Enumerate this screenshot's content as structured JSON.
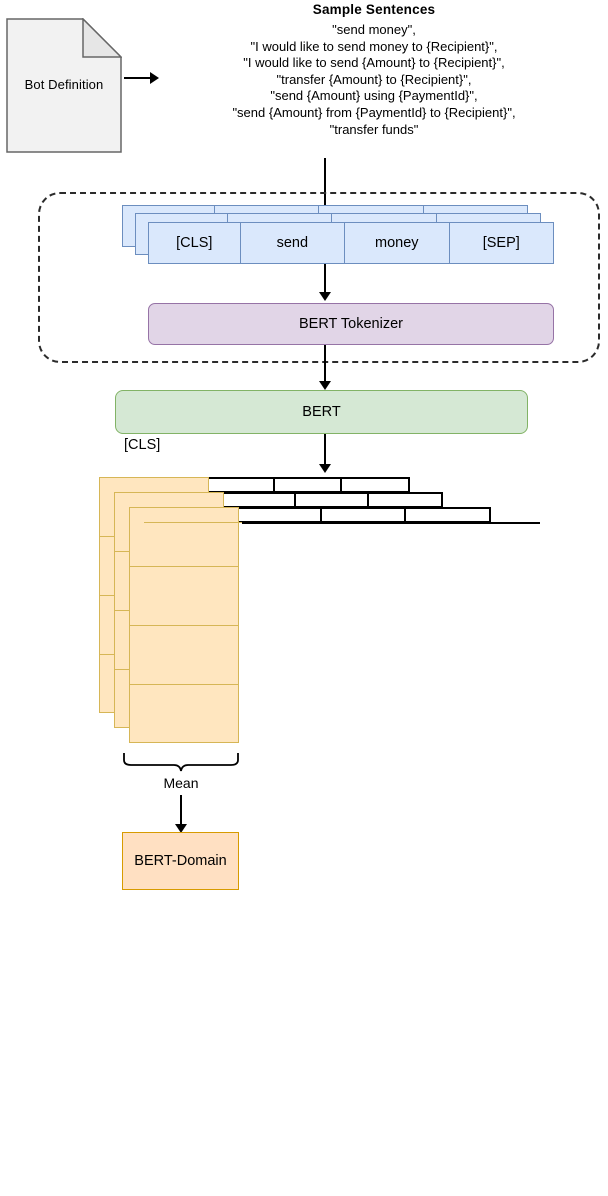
{
  "document_node": {
    "label": "Bot Definition",
    "icon": "document-icon",
    "fill": "#f2f2f2",
    "stroke": "#666666"
  },
  "sentences": {
    "title": "Sample Sentences",
    "items": [
      "\"send money\",",
      "\"I would like to send money to {Recipient}\",",
      "\"I would like to send {Amount} to {Recipient}\",",
      "\"transfer {Amount} to {Recipient}\",",
      "\"send {Amount} using {PaymentId}\",",
      "\"send {Amount} from {PaymentId} to {Recipient}\",",
      "\"transfer funds\""
    ]
  },
  "tokenizer_group": {
    "border_style": "dashed",
    "tokens": [
      "[CLS]",
      "send",
      "money",
      "[SEP]"
    ],
    "stack_depth": 3,
    "token_fill": "#dae8fc",
    "token_stroke": "#6c8ebf",
    "tokenizer_label": "BERT Tokenizer",
    "tokenizer_fill": "#e1d5e7",
    "tokenizer_stroke": "#9673a6"
  },
  "bert": {
    "label": "BERT",
    "fill": "#d5e8d4",
    "stroke": "#82b366"
  },
  "embeddings": {
    "cls_label": "[CLS]",
    "stack_depth": 4,
    "rows": 4,
    "columns": 4,
    "highlight_column_index": 0,
    "highlight_fill": "#ffe6bf",
    "highlight_stroke": "#d6b656",
    "grid_stroke": "#000000"
  },
  "pooling": {
    "label": "Mean",
    "brace_icon": "curly-brace-icon"
  },
  "output": {
    "label": "BERT-\nDomain",
    "line1": "BERT-",
    "line2": "Domain",
    "fill": "#ffe0c2",
    "stroke": "#d79b00"
  }
}
